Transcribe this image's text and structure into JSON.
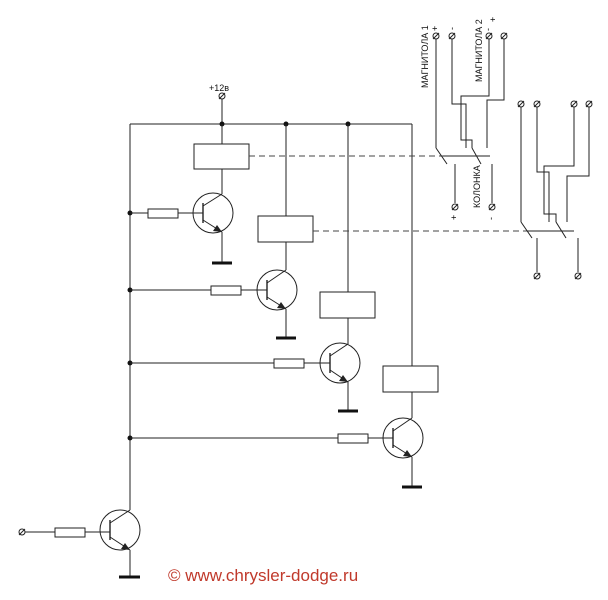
{
  "supply_label": "+12в",
  "labels": {
    "tape1": "МАГНИТОЛА 1",
    "tape2": "МАГНИТОЛА 2",
    "speaker": "КОЛОНКА",
    "plus": "+",
    "minus": "-"
  },
  "copyright": "© www.chrysler-dodge.ru"
}
